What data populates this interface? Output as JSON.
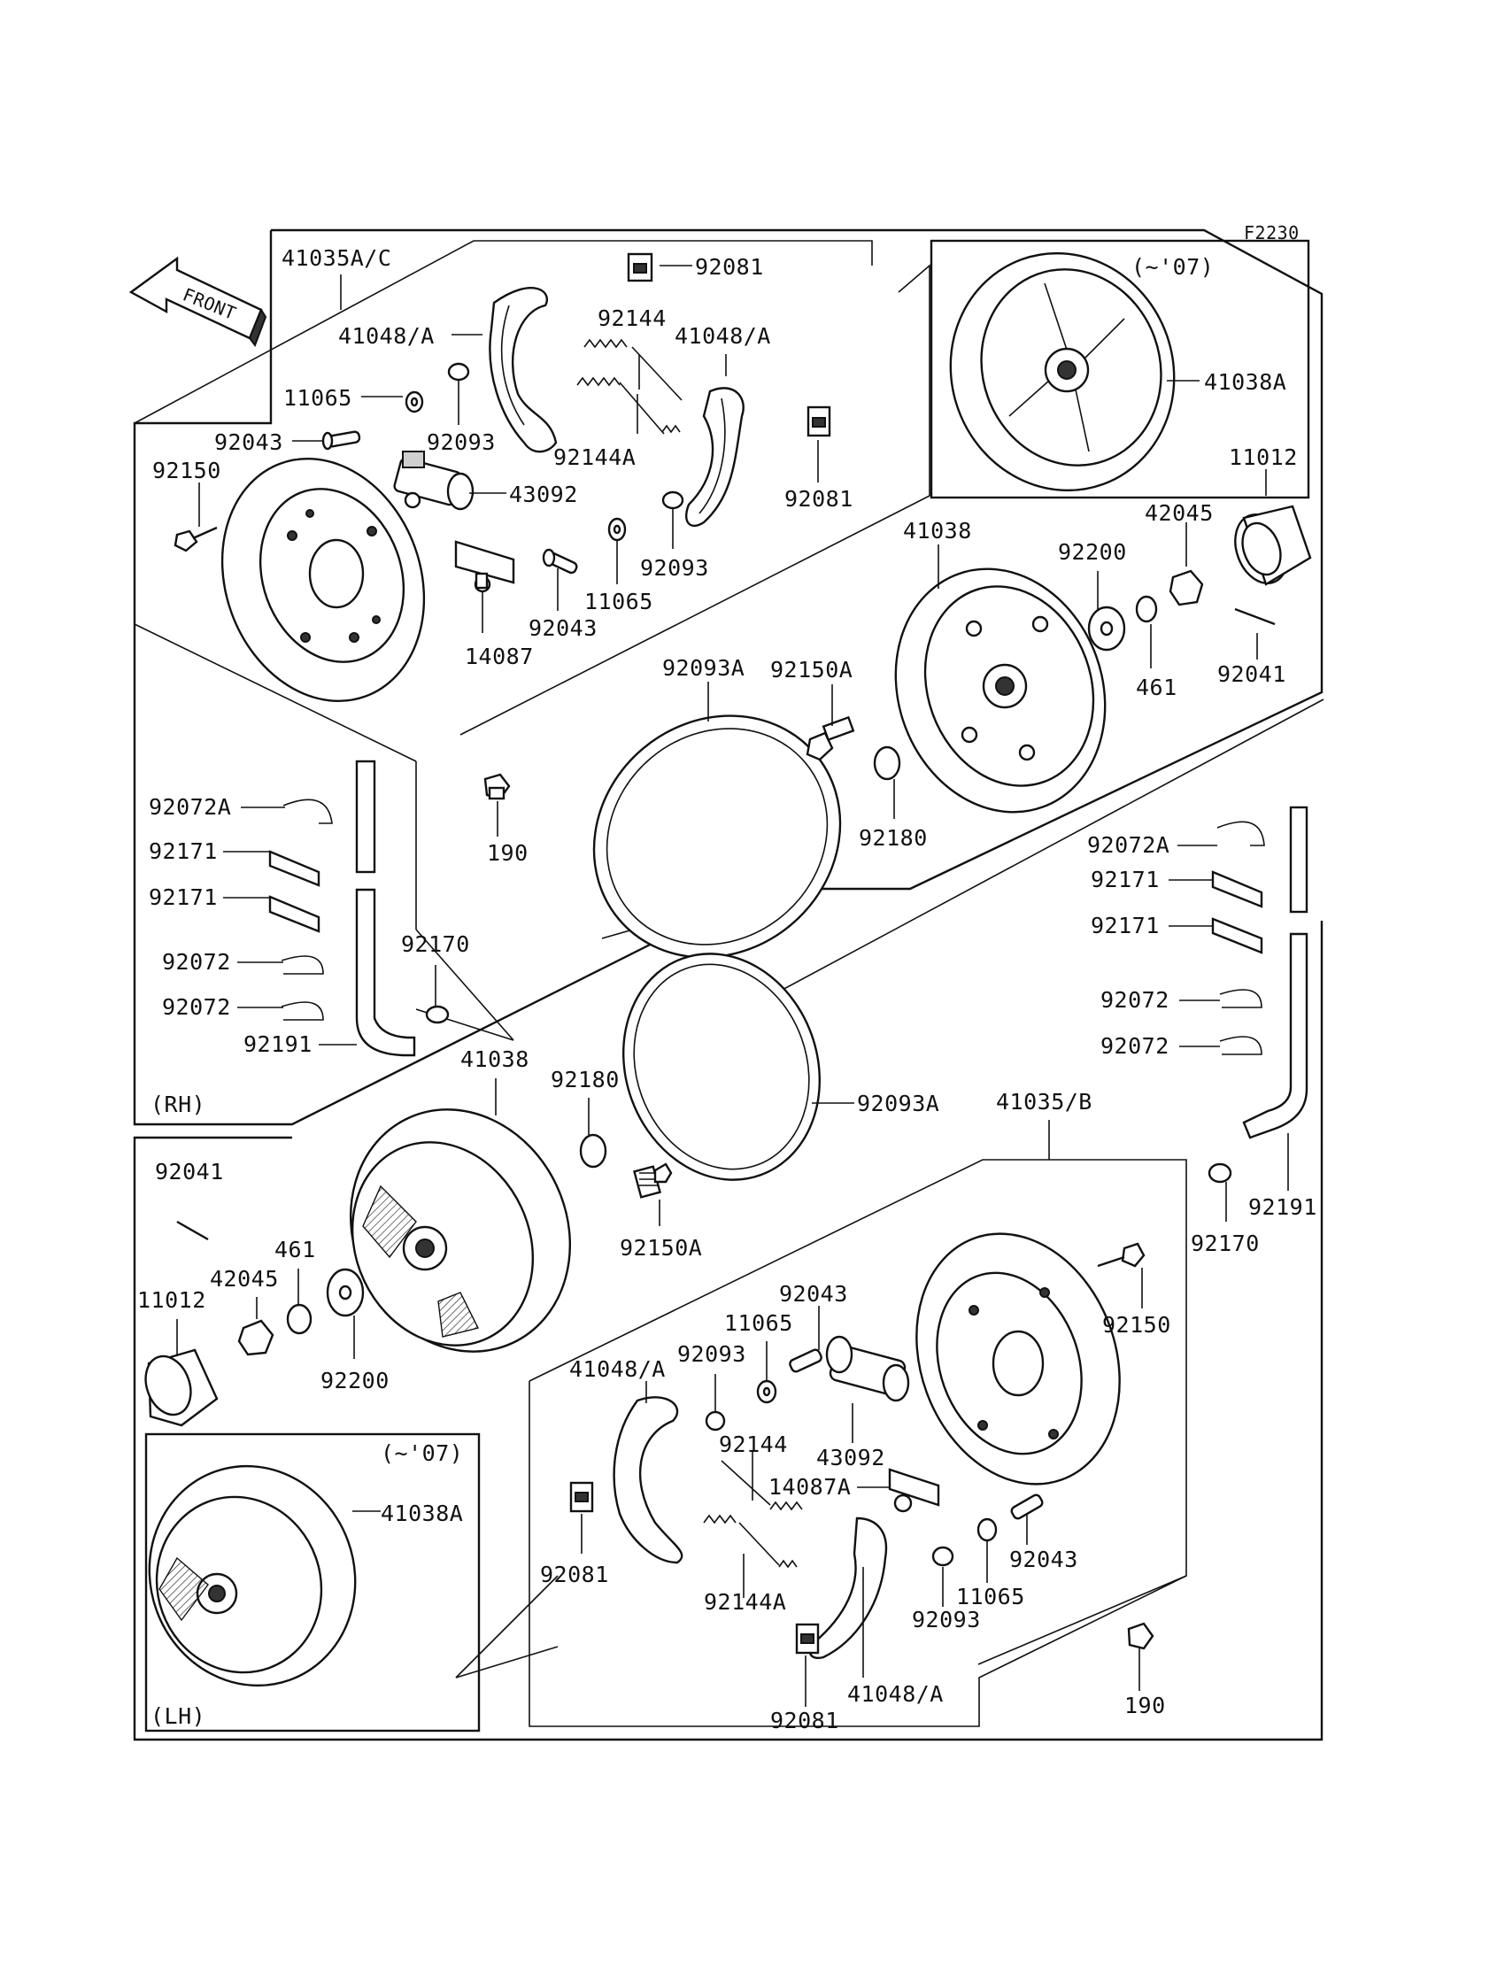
{
  "figure_code": "F2230",
  "front_label": "FRONT",
  "sections": {
    "rh": "(RH)",
    "lh": "(LH)"
  },
  "variants": {
    "upper": "(~'07)",
    "lower": "(~'07)"
  },
  "labels": {
    "rh_41035AC": "41035A/C",
    "rh_92081_top": "92081",
    "rh_92144": "92144",
    "rh_41048A_left": "41048/A",
    "rh_41048A_right": "41048/A",
    "rh_11065_top": "11065",
    "rh_92043_top": "92043",
    "rh_92093_left": "92093",
    "rh_92144A": "92144A",
    "rh_92150": "92150",
    "rh_43092": "43092",
    "rh_92081_right": "92081",
    "rh_92093_right": "92093",
    "rh_11065_mid": "11065",
    "rh_92043_mid": "92043",
    "rh_14087": "14087",
    "rh_41038A": "41038A",
    "rh_11012": "11012",
    "rh_42045": "42045",
    "rh_41038": "41038",
    "rh_92200": "92200",
    "rh_461": "461",
    "rh_92041": "92041",
    "rh_92093A": "92093A",
    "rh_92150A": "92150A",
    "rh_92180": "92180",
    "rh_190": "190",
    "rh_92072A": "92072A",
    "rh_92171a": "92171",
    "rh_92171b": "92171",
    "rh_92072a": "92072",
    "rh_92072b": "92072",
    "rh_92170": "92170",
    "rh_92191": "92191",
    "r_92072A": "92072A",
    "r_92171a": "92171",
    "r_92171b": "92171",
    "r_92072a": "92072",
    "r_92072b": "92072",
    "lh_41038": "41038",
    "lh_92180": "92180",
    "lh_92093A": "92093A",
    "lh_41035B": "41035/B",
    "lh_92041": "92041",
    "lh_92150A": "92150A",
    "lh_461": "461",
    "lh_42045": "42045",
    "lh_11012": "11012",
    "lh_92200": "92200",
    "lh_92191": "92191",
    "lh_92170": "92170",
    "lh_92150": "92150",
    "lh_92043_top": "92043",
    "lh_11065_top": "11065",
    "lh_92093_top": "92093",
    "lh_41048A_top": "41048/A",
    "lh_43092": "43092",
    "lh_92144": "92144",
    "lh_14087A": "14087A",
    "lh_92043_bot": "92043",
    "lh_41038A": "41038A",
    "lh_92081_left": "92081",
    "lh_11065_bot": "11065",
    "lh_92144A": "92144A",
    "lh_92093_bot": "92093",
    "lh_190": "190",
    "lh_41048A_bot": "41048/A",
    "lh_92081_bot": "92081"
  }
}
